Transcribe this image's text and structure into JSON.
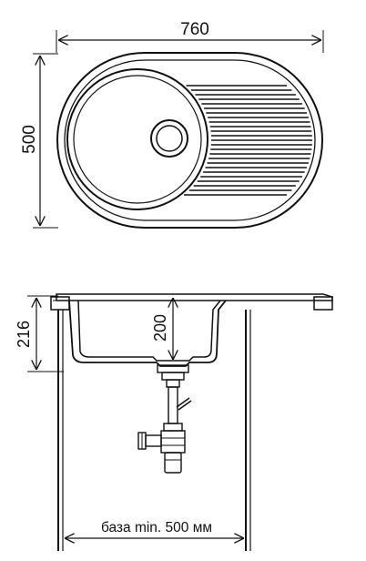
{
  "dimensions": {
    "sink_length": "760",
    "sink_width": "500",
    "total_depth": "216",
    "bowl_depth": "200",
    "cabinet_base": "база min. 500 мм"
  },
  "colors": {
    "line": "#111111",
    "background": "#ffffff",
    "drain_accent": "#666666"
  }
}
